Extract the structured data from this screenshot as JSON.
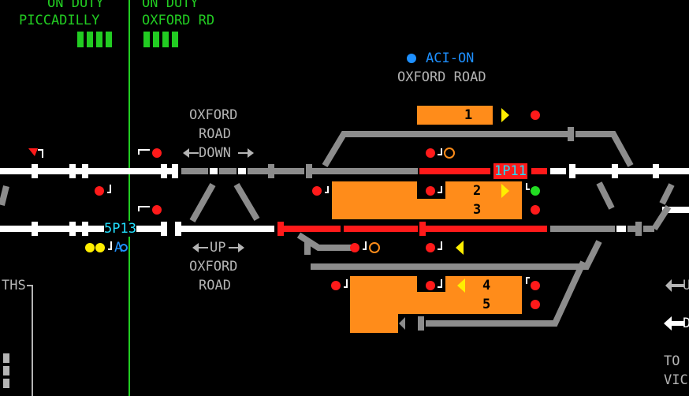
{
  "header": {
    "left_status": "ON DUTY",
    "left_location": "PICCADILLY",
    "right_status": "ON DUTY",
    "right_location": "OXFORD RD"
  },
  "indicator": {
    "label": "ACI-ON",
    "station": "OXFORD ROAD",
    "color": "#1e90ff"
  },
  "direction_labels": {
    "down_line1": "OXFORD",
    "down_line2": "ROAD",
    "down_line3": "DOWN",
    "up_line1": "UP",
    "up_line2": "OXFORD",
    "up_line3": "ROAD"
  },
  "platforms": [
    {
      "number": "1"
    },
    {
      "number": "2"
    },
    {
      "number": "3"
    },
    {
      "number": "4"
    },
    {
      "number": "5"
    }
  ],
  "train_descriptions": {
    "down_main": "1P11",
    "up_main": "5P13"
  },
  "misc": {
    "a_label": "A",
    "left_edge_label": "THS",
    "right_arrow_top": "U",
    "right_arrow_bottom": "D",
    "right_to_line1": "TO",
    "right_to_line2": "VIC"
  },
  "colors": {
    "track_clear": "#8c8c8c",
    "track_route": "#ffffff",
    "track_occupied": "#ff1a1a",
    "platform": "#ff8c1a",
    "signal_red": "#ff1a1a",
    "signal_green": "#22dd22",
    "signal_yellow": "#ffee00",
    "boundary": "#22cc22"
  }
}
